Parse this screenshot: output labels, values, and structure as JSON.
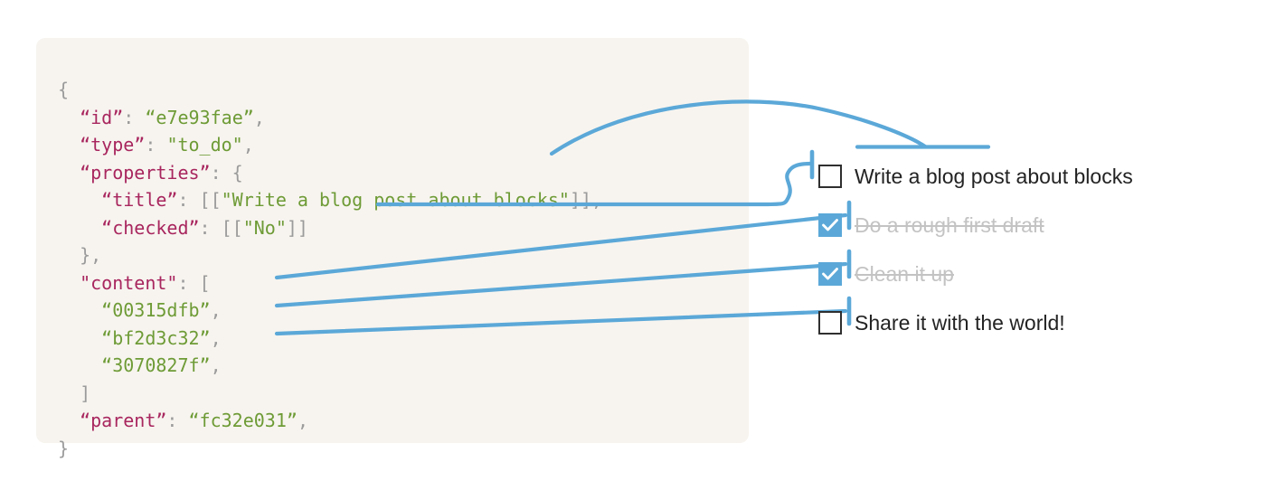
{
  "panel": {
    "background_color": "#F7F4EF",
    "code_lines": [
      [
        {
          "t": "{",
          "c": "pun"
        }
      ],
      [
        {
          "t": "  ",
          "c": "pun"
        },
        {
          "t": "“id”",
          "c": "key"
        },
        {
          "t": ": ",
          "c": "pun"
        },
        {
          "t": "“e7e93fae”",
          "c": "str"
        },
        {
          "t": ",",
          "c": "pun"
        }
      ],
      [
        {
          "t": "  ",
          "c": "pun"
        },
        {
          "t": "“type”",
          "c": "key"
        },
        {
          "t": ": ",
          "c": "pun"
        },
        {
          "t": "\"to_do\"",
          "c": "str"
        },
        {
          "t": ",",
          "c": "pun"
        }
      ],
      [
        {
          "t": "  ",
          "c": "pun"
        },
        {
          "t": "“properties”",
          "c": "key"
        },
        {
          "t": ": {",
          "c": "pun"
        }
      ],
      [
        {
          "t": "    ",
          "c": "pun"
        },
        {
          "t": "“title”",
          "c": "key"
        },
        {
          "t": ": [[",
          "c": "pun"
        },
        {
          "t": "\"Write a blog post about blocks\"",
          "c": "str"
        },
        {
          "t": "]],",
          "c": "pun"
        }
      ],
      [
        {
          "t": "    ",
          "c": "pun"
        },
        {
          "t": "“checked”",
          "c": "key"
        },
        {
          "t": ": [[",
          "c": "pun"
        },
        {
          "t": "\"No\"",
          "c": "str"
        },
        {
          "t": "]]",
          "c": "pun"
        }
      ],
      [
        {
          "t": "  },",
          "c": "pun"
        }
      ],
      [
        {
          "t": "  ",
          "c": "pun"
        },
        {
          "t": "\"content\"",
          "c": "key"
        },
        {
          "t": ": [",
          "c": "pun"
        }
      ],
      [
        {
          "t": "    ",
          "c": "pun"
        },
        {
          "t": "“00315dfb”",
          "c": "str"
        },
        {
          "t": ",",
          "c": "pun"
        }
      ],
      [
        {
          "t": "    ",
          "c": "pun"
        },
        {
          "t": "“bf2d3c32”",
          "c": "str"
        },
        {
          "t": ",",
          "c": "pun"
        }
      ],
      [
        {
          "t": "    ",
          "c": "pun"
        },
        {
          "t": "“3070827f”",
          "c": "str"
        },
        {
          "t": ",",
          "c": "pun"
        }
      ],
      [
        {
          "t": "  ]",
          "c": "pun"
        }
      ],
      [
        {
          "t": "  ",
          "c": "pun"
        },
        {
          "t": "“parent”",
          "c": "key"
        },
        {
          "t": ": ",
          "c": "pun"
        },
        {
          "t": "“fc32e031”",
          "c": "str"
        },
        {
          "t": ",",
          "c": "pun"
        }
      ],
      [
        {
          "t": "}",
          "c": "pun"
        }
      ]
    ],
    "syntax_colors": {
      "key": "#A8265E",
      "string": "#6E9B36",
      "punctuation": "#9B9B9B"
    }
  },
  "checklist": {
    "accent_color": "#5BA8D8",
    "items": [
      {
        "label": "Write a blog post about blocks",
        "checked": false
      },
      {
        "label": "Do a rough first draft",
        "checked": true
      },
      {
        "label": "Clean it up",
        "checked": true
      },
      {
        "label": "Share it with the world!",
        "checked": false
      }
    ]
  }
}
